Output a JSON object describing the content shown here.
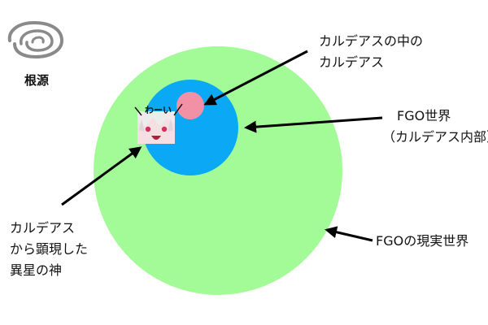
{
  "logo": {
    "label": "根源",
    "icon": "swirl-icon"
  },
  "inner_caption": "わーい",
  "labels": {
    "inner_chaldea": [
      "カルデアスの中の",
      "カルデアス"
    ],
    "fgo_world": [
      "FGO世界",
      "（カルデアス内部）"
    ],
    "fgo_real": "FGOの現実世界",
    "god": [
      "カルデアス",
      "から顕現した",
      "異星の神"
    ]
  },
  "colors": {
    "outer_circle": "#a3fb97",
    "middle_circle": "#0aa8f5",
    "inner_circle": "#f291a6",
    "arrow": "#000000"
  }
}
